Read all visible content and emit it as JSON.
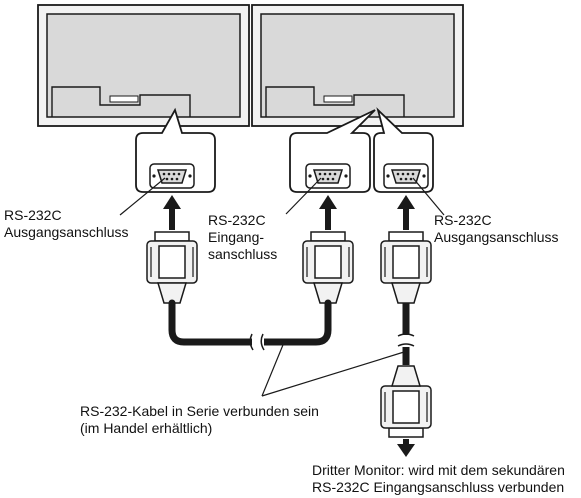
{
  "labels": {
    "left_port": [
      "RS-232C",
      "Ausgangsanschluss"
    ],
    "middle_port": [
      "RS-232C",
      "Eingang-",
      "sanschluss"
    ],
    "right_port": [
      "RS-232C",
      "Ausgangsanschluss"
    ],
    "cable": [
      "RS-232-Kabel in Serie verbunden sein",
      "(im Handel erhältlich)"
    ],
    "third_monitor": [
      "Dritter Monitor: wird mit dem sekundären",
      "RS-232C Eingangsanschluss verbunden"
    ]
  },
  "colors": {
    "line": "#1a1a1a",
    "fill_light": "#f2f2f2",
    "fill_mid": "#d9d9d9",
    "text": "#111111"
  },
  "icons": {
    "port": "db9-serial-port-icon",
    "connector": "db9-plug-icon",
    "arrow": "arrow-up-icon",
    "break": "cable-break-mark-icon"
  }
}
